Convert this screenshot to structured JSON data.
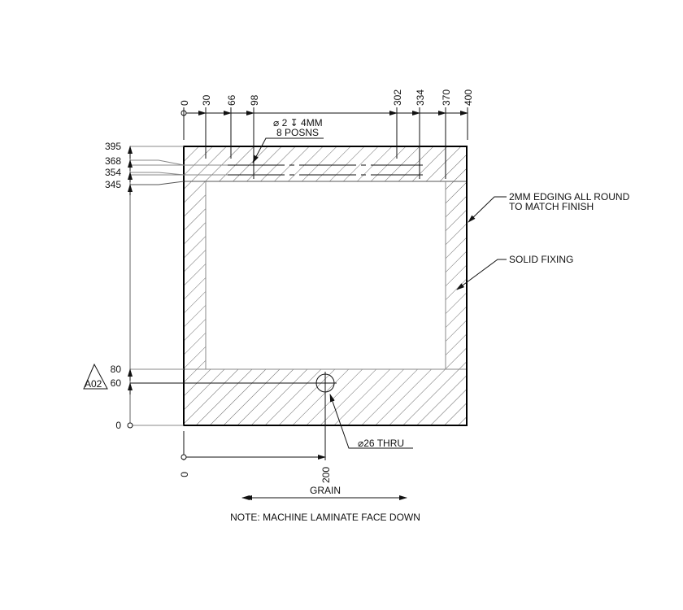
{
  "drawing": {
    "top_dims": [
      "0",
      "30",
      "66",
      "98",
      "302",
      "334",
      "370",
      "400"
    ],
    "left_dims_top": [
      "395",
      "368",
      "354",
      "345"
    ],
    "left_dims_bottom": [
      "80",
      "60",
      "0"
    ],
    "bottom_dims": [
      "0",
      "200"
    ],
    "hole_note_line1": "⌀ 2 Ⅷ 4MM",
    "hole_note_line1_a": "⌀",
    "hole_note_line1_b": "2",
    "hole_note_line1_c": "↧",
    "hole_note_line1_d": "4MM",
    "hole_note_line2": "8 POSNS",
    "edging_note_line1": "2MM EDGING ALL ROUND",
    "edging_note_line2": "TO MATCH FINISH",
    "fixing_note": "SOLID FIXING",
    "thru_hole_symbol": "⌀",
    "thru_hole_note": "26 THRU",
    "revision_tag": "A02",
    "grain_label": "GRAIN",
    "note": "NOTE: MACHINE LAMINATE FACE DOWN"
  }
}
